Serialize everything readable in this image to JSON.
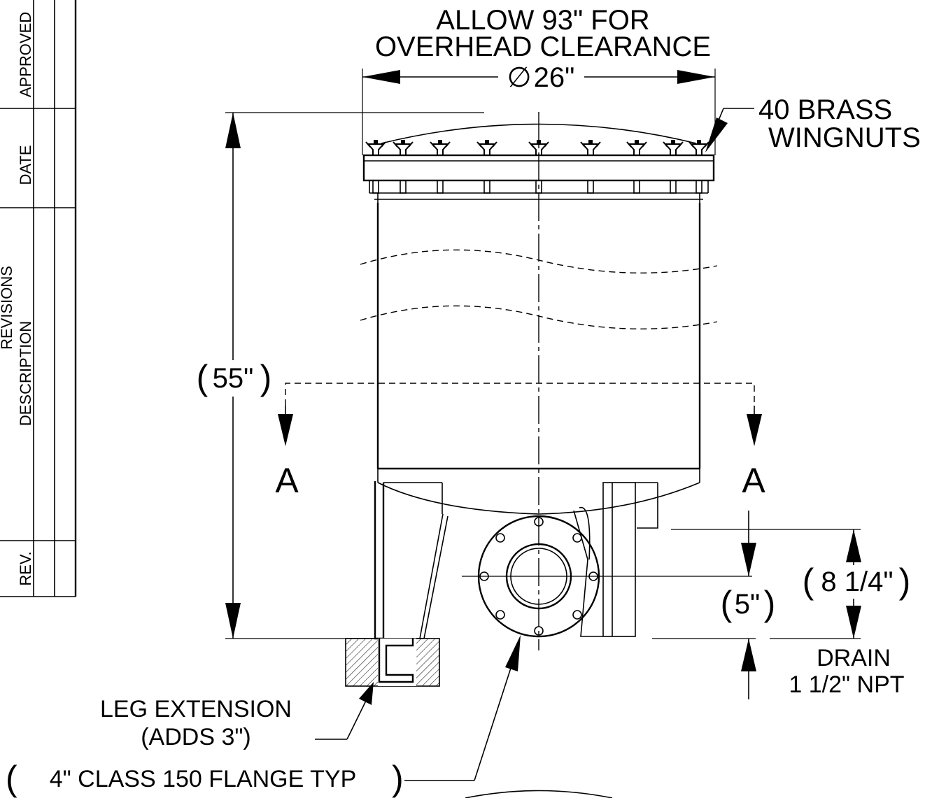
{
  "revision_block": {
    "headers": [
      "APPROVED",
      "DATE",
      "DESCRIPTION",
      "REV."
    ],
    "title": "REVISIONS"
  },
  "labels": {
    "overhead_line1": "ALLOW 93\" FOR",
    "overhead_line2": "OVERHEAD CLEARANCE",
    "diameter": "26\"",
    "diameter_symbol": "∅",
    "wingnuts_line1": "40 BRASS",
    "wingnuts_line2": "WINGNUTS",
    "height": "55\"",
    "section_left": "A",
    "section_right": "A",
    "drain_height": "8 1/4\"",
    "flange_height": "5\"",
    "drain_line1": "DRAIN",
    "drain_line2": "1 1/2\" NPT",
    "leg_line1": "LEG EXTENSION",
    "leg_line2": "(ADDS 3\")",
    "flange": "4\" CLASS 150 FLANGE TYP"
  }
}
